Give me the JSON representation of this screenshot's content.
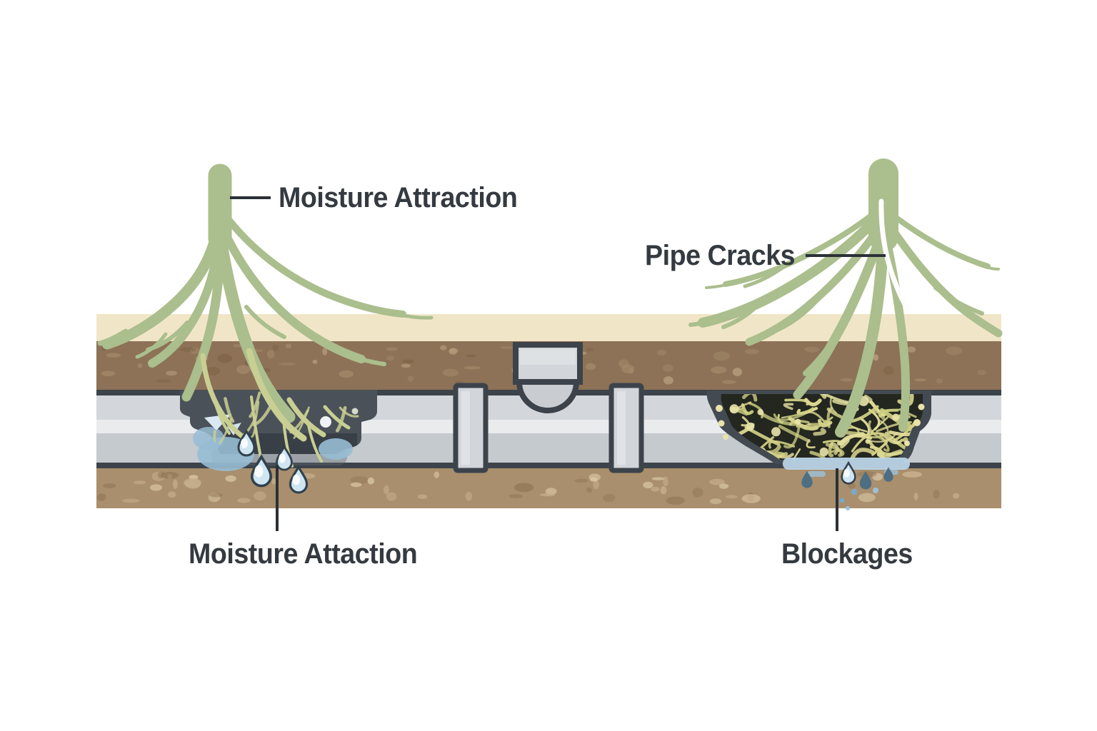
{
  "diagram": {
    "labels": {
      "moisture_attraction_top": "Moisture Attraction",
      "pipe_cracks": "Pipe Cracks",
      "moisture_attaction_bottom": "Moisture Attaction",
      "blockages": "Blockages"
    },
    "colors": {
      "background": "#ffffff",
      "label_text": "#343a40",
      "leader_line": "#2b3136",
      "root_green": "#abbe8d",
      "root_pale": "#c9cf92",
      "blockage_root_yellow": "#ddd992",
      "surface_cream": "#f0e6c7",
      "topsoil_brown": "#8d7257",
      "subsoil_tan": "#a98f6d",
      "pipe_outline": "#3c434b",
      "pipe_light": "#d3d6da",
      "pipe_highlight": "#e9ebed",
      "pipe_shade": "#c5cacf",
      "pipe_fitting": "#d2d5da",
      "break_dark": "#4a5158",
      "blockage_rim": "#434a52",
      "blockage_core": "#23271f",
      "water_light": "#cfe5f2",
      "water_stain": "#97bcd3",
      "water_dark": "#4d6e83",
      "droplet_outline": "#31414d"
    }
  }
}
